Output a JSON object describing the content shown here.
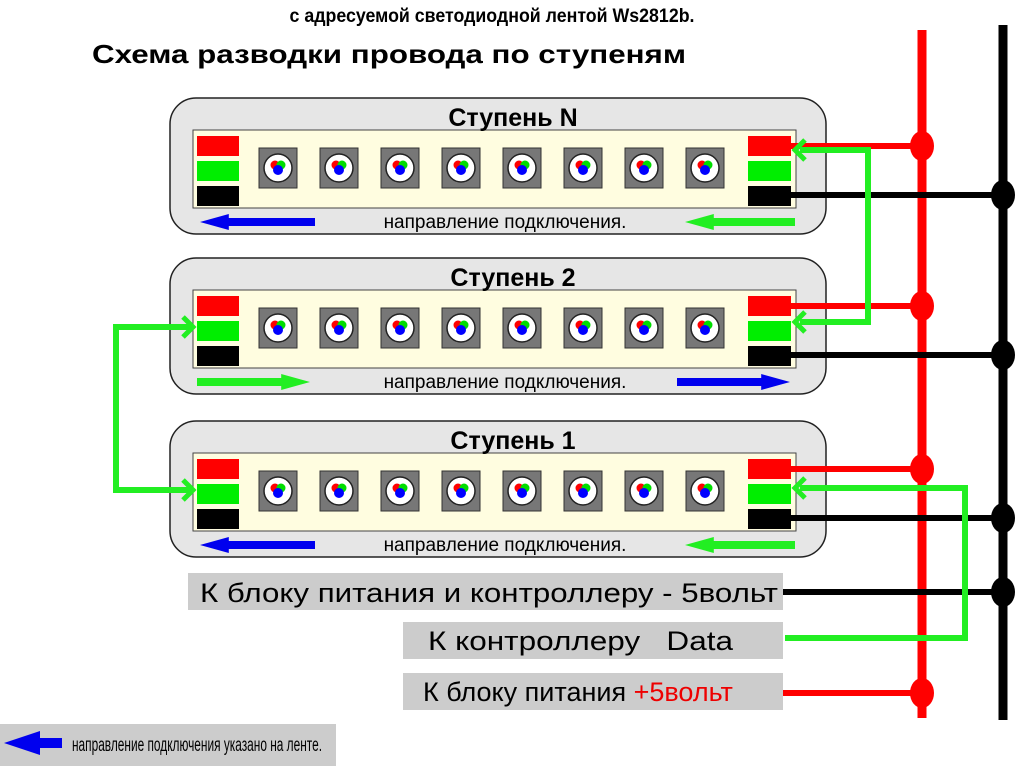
{
  "header": {
    "subtitle": "с адресуемой светодиодной лентой Ws2812b.",
    "title": "Схема разводки провода по ступеням"
  },
  "strips": [
    {
      "title": "Ступень N",
      "direction_label": "направление подключения.",
      "direction": "left",
      "led_count": 8
    },
    {
      "title": "Ступень 2",
      "direction_label": "направление подключения.",
      "direction": "right",
      "led_count": 8
    },
    {
      "title": "Ступень 1",
      "direction_label": "направление подключения.",
      "direction": "left",
      "led_count": 8
    }
  ],
  "labels": {
    "ground": "К блоку питания и контроллеру - 5вольт",
    "data": "К контроллеру   Data",
    "power_prefix": "К блоку питания ",
    "power_value": "+5вольт"
  },
  "legend": {
    "text": "направление подключения указано на ленте.",
    "icon": "blue-arrow-left-icon"
  },
  "colors": {
    "red": "#ff0000",
    "green": "#00ee00",
    "black": "#000000",
    "blue": "#0000ee",
    "strip_fill": "#fffde0",
    "panel": "#e6e6e6",
    "label_bg": "#cccccc"
  }
}
